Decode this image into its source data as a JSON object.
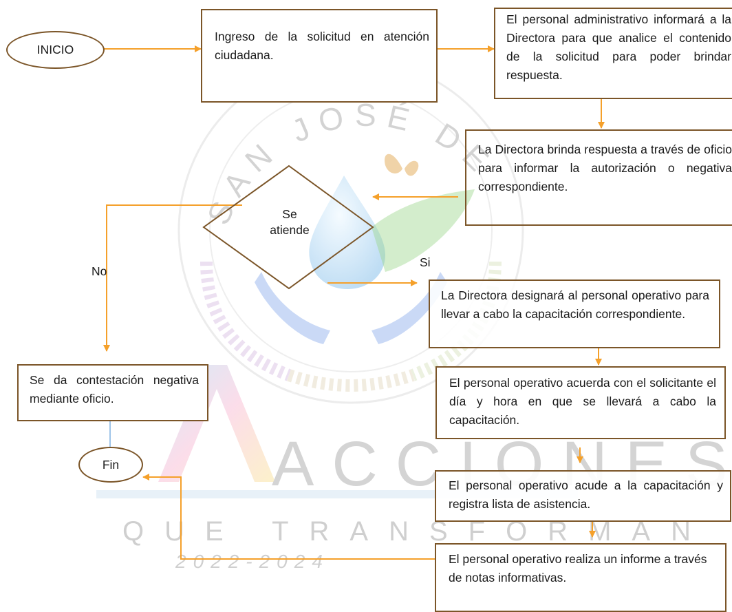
{
  "watermark": {
    "arc_text": "SAN JOSÉ DEL RINCÓN",
    "brand": "ACCIONES",
    "tagline": "QUE TRANSFORMAN",
    "years": "2022-2024"
  },
  "flow": {
    "start": "INICIO",
    "step1": "Ingreso de la solicitud en atención ciudadana.",
    "step2": "El personal administrativo informará a la Directora para que analice el contenido de la solicitud para poder brindar respuesta.",
    "step3": "La Directora brinda respuesta a través de oficio para informar la autorización o negativa correspondiente.",
    "decision_line1": "Se",
    "decision_line2": "atiende",
    "label_no": "No",
    "label_si": "Si",
    "negative": "Se da contestación negativa mediante oficio.",
    "step4": "La Directora designará al personal operativo para llevar a cabo la capacitación correspondiente.",
    "step5": "El personal operativo acuerda con el solicitante el día y hora en que se llevará a cabo la capacitación.",
    "step6": "El personal operativo acude a la capacitación y registra lista de asistencia.",
    "step7": "El personal operativo realiza un informe a través de notas informativas.",
    "end": "Fin"
  },
  "colors": {
    "box_border": "#7b5528",
    "arrow": "#f5a02a",
    "watermark_gray": "#d0d0d0"
  }
}
